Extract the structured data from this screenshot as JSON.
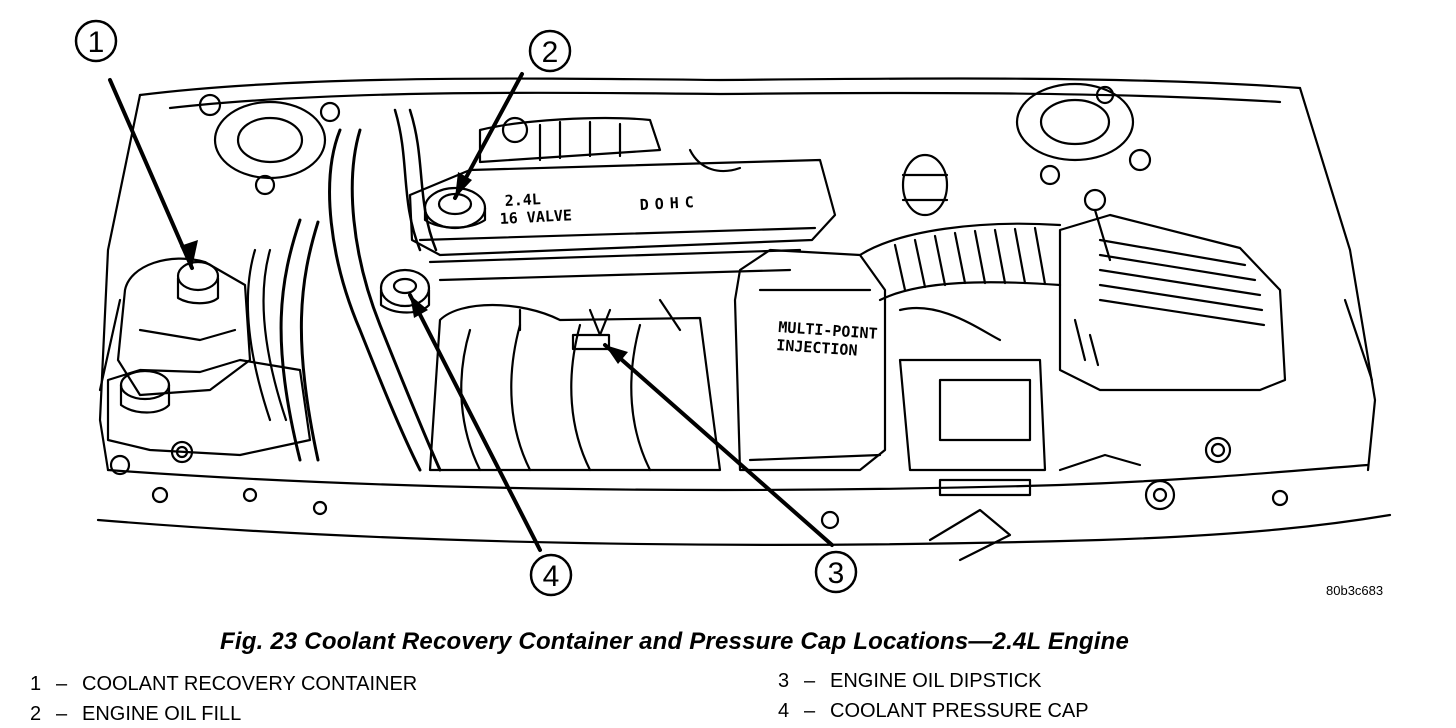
{
  "figure": {
    "code": "80b3c683",
    "caption": "Fig. 23 Coolant Recovery Container and Pressure Cap Locations—2.4L Engine"
  },
  "callouts": [
    {
      "id": "1",
      "label": "1"
    },
    {
      "id": "2",
      "label": "2"
    },
    {
      "id": "3",
      "label": "3"
    },
    {
      "id": "4",
      "label": "4"
    }
  ],
  "engine_labels": {
    "valve_cover_left": "2.4L",
    "valve_cover_sub": "16 VALVE",
    "valve_cover_right": "DOHC",
    "intake_line1": "MULTI-POINT",
    "intake_line2": "INJECTION"
  },
  "legend": [
    {
      "num": "1",
      "dash": "–",
      "text": "COOLANT RECOVERY CONTAINER"
    },
    {
      "num": "2",
      "dash": "–",
      "text": "ENGINE OIL FILL"
    },
    {
      "num": "3",
      "dash": "–",
      "text": "ENGINE OIL DIPSTICK"
    },
    {
      "num": "4",
      "dash": "–",
      "text": "COOLANT PRESSURE CAP"
    }
  ],
  "colors": {
    "ink": "#000000",
    "paper": "#ffffff"
  }
}
